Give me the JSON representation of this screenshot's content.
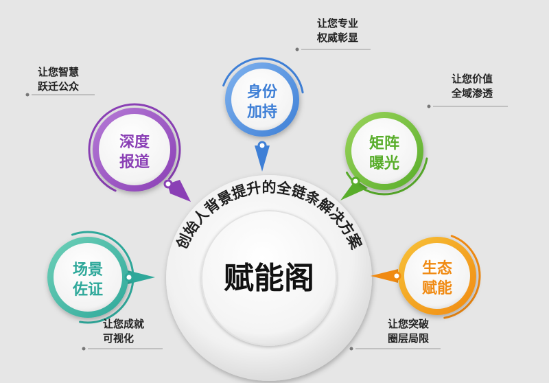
{
  "center": {
    "title": "赋能阁",
    "arc_text": "创始人背景提升的全链条解决方案"
  },
  "nodes": [
    {
      "key": "report",
      "label_line1": "深度",
      "label_line2": "报道",
      "caption_line1": "让您智慧",
      "caption_line2": "跃迁公众",
      "color": "#8a3fb5",
      "color_light": "#b57ad6"
    },
    {
      "key": "identity",
      "label_line1": "身份",
      "label_line2": "加持",
      "caption_line1": "让您专业",
      "caption_line2": "权威彰显",
      "color": "#3e7fd6",
      "color_light": "#7fb2ee"
    },
    {
      "key": "matrix",
      "label_line1": "矩阵",
      "label_line2": "曝光",
      "caption_line1": "让您价值",
      "caption_line2": "全域渗透",
      "color": "#58ad2a",
      "color_light": "#9bd45c"
    },
    {
      "key": "scene",
      "label_line1": "场景",
      "label_line2": "佐证",
      "caption_line1": "让您成就",
      "caption_line2": "可视化",
      "color": "#2ea89a",
      "color_light": "#6fd0b8"
    },
    {
      "key": "eco",
      "label_line1": "生态",
      "label_line2": "赋能",
      "caption_line1": "让您突破",
      "caption_line2": "圈层局限",
      "color": "#f08a12",
      "color_light": "#f7c238"
    }
  ]
}
